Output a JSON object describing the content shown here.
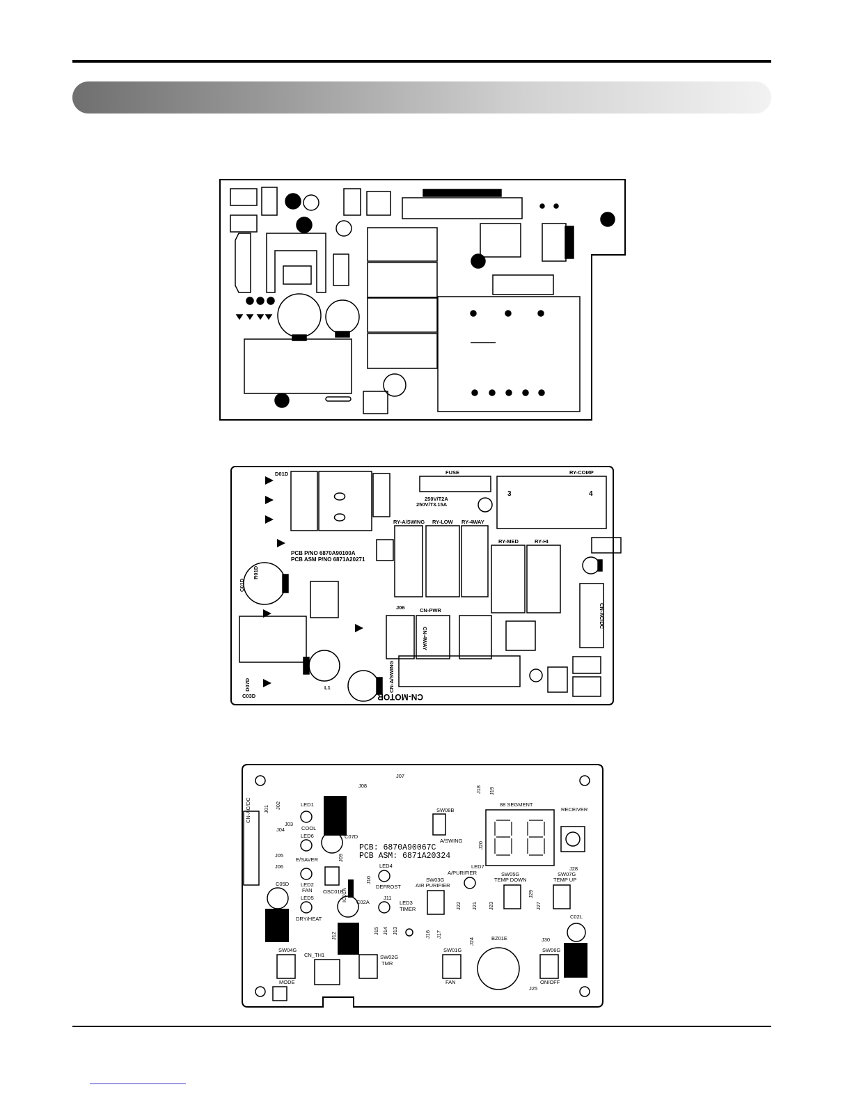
{
  "board2": {
    "fuse": "FUSE",
    "fuse_t1": "250V/T2A",
    "fuse_t2": "250V/T3.15A",
    "ry_comp": "RY-COMP",
    "comp_3": "3",
    "comp_4": "4",
    "ry_aswing": "RY-A/SWING",
    "ry_low": "RY-LOW",
    "ry_4way": "RY-4WAY",
    "ry_med": "RY-MED",
    "ry_hi": "RY-HI",
    "pcb_pno": "PCB P/NO 6870A90100A",
    "pcb_asm": "PCB ASM P/NO 6871A20271",
    "cn_motor": "CN-MOTOR",
    "cn_pwr": "CN-PWR",
    "cn_4way": "CN-4WAY",
    "cn_aswing": "CN-A/SWING",
    "cn_ac": "CN-AC/DC",
    "j06": "J06",
    "l1": "L1",
    "c03d": "C03D",
    "d01d": "D01D",
    "r01d": "R01D",
    "d07d": "D07D",
    "c01d": "C01D"
  },
  "board3": {
    "j07": "J07",
    "j08": "J08",
    "j18": "J18",
    "j19": "J19",
    "segment": "88 SEGMENT",
    "receiver": "RECEIVER",
    "cn_acdc": "CN-AC/DC",
    "j01": "J01",
    "j02": "J02",
    "led1": "LED1",
    "cool": "COOL",
    "j03": "J03",
    "j04": "J04",
    "led6": "LED6",
    "esaver": "E/SAVER",
    "j05": "J05",
    "j06": "J06",
    "led2": "LED2",
    "fan_label": "FAN",
    "led5": "LED5",
    "dryheat": "DRY/HEAT",
    "c05d": "C05D",
    "c07d": "C07D",
    "j09": "J09",
    "osc01b": "OSC01B",
    "sw08b": "SW08B",
    "aswing": "A/SWING",
    "pcb": "PCB: 6870A90067C",
    "pcb_asm": "PCB ASM: 6871A20324",
    "j20": "J20",
    "led7": "LED7",
    "apurifier": "A/PURIFIER",
    "sw03g": "SW03G",
    "air_purifier": "AIR PURIFIER",
    "led4": "LED4",
    "defrost": "DEFROST",
    "j10": "J10",
    "j11": "J11",
    "led3": "LED3",
    "timer": "TIMER",
    "c02a": "C02A",
    "ic01a": "IC01A",
    "sw05g": "SW05G",
    "temp_down": "TEMP DOWN",
    "sw07g": "SW07G",
    "temp_up": "TEMP UP",
    "j28": "J28",
    "j29": "J29",
    "j23": "J23",
    "j27": "J27",
    "j21": "J21",
    "j22": "J22",
    "c02l": "C02L",
    "j12": "J12",
    "j13": "J13",
    "j14": "J14",
    "j15": "J15",
    "j16": "J16",
    "j17": "J17",
    "j24": "J24",
    "bz01e": "BZ01E",
    "j30": "J30",
    "sw04g": "SW04G",
    "mode": "MODE",
    "cn_th1": "CN_TH1",
    "sw02g": "SW02G",
    "tmr": "TMR",
    "sw01g": "SW01G",
    "fan_sw": "FAN",
    "sw06g": "SW06G",
    "onoff": "ON/OFF",
    "j25": "J25"
  }
}
